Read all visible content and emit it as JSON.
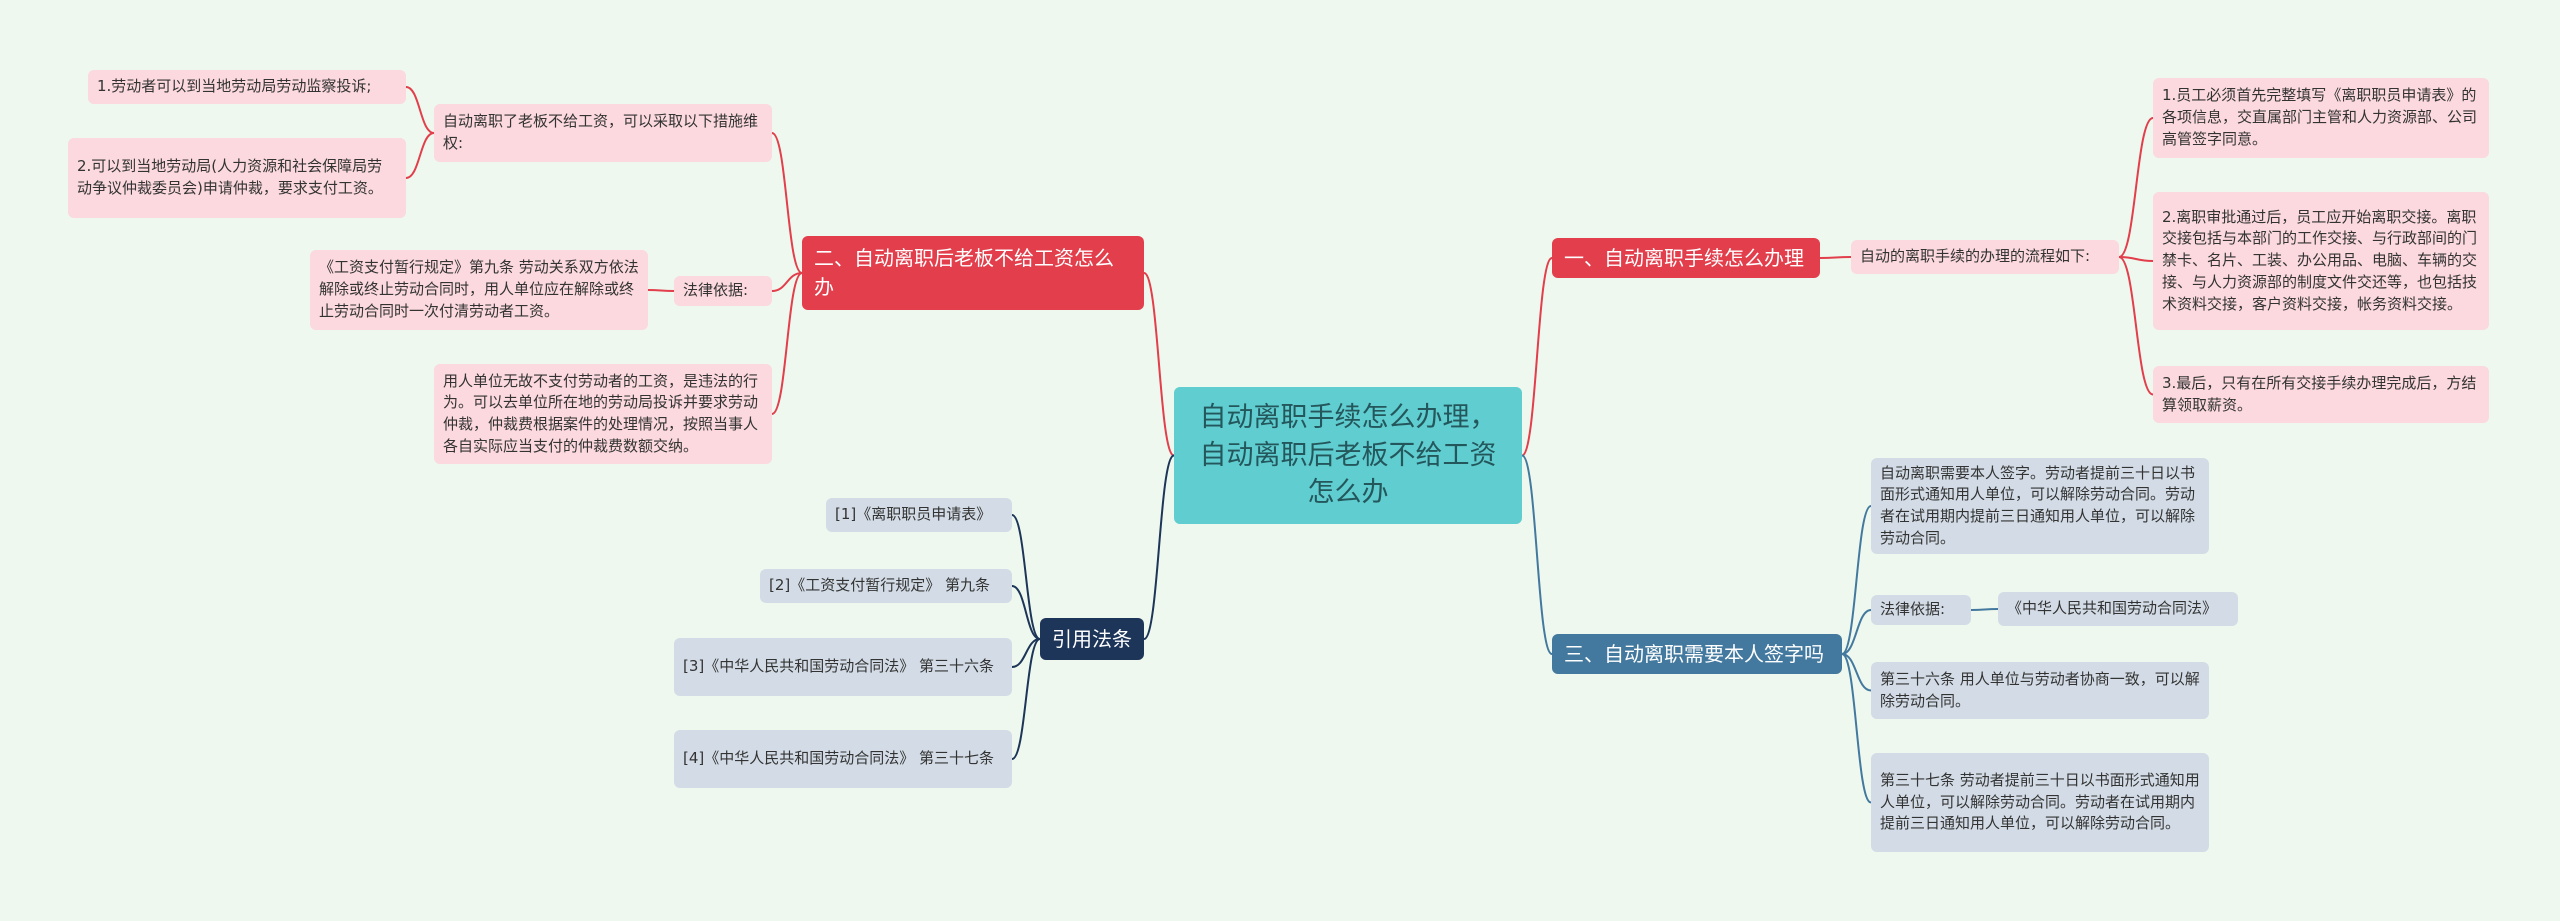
{
  "colors": {
    "background": "#eef8ee",
    "root": "#60cdd0",
    "branch_red": "#e23e4b",
    "branch_blue": "#43799e",
    "branch_navy": "#1d3558",
    "leaf_pink": "#fbd9de",
    "leaf_gray": "#d3dce6"
  },
  "root": {
    "title": "自动离职手续怎么办理，自动离职后老板不给工资怎么办"
  },
  "branch1": {
    "title": "一、自动离职手续怎么办理",
    "mid": "自动的离职手续的办理的流程如下:",
    "items": [
      "1.员工必须首先完整填写《离职职员申请表》的各项信息，交直属部门主管和人力资源部、公司高管签字同意。",
      "2.离职审批通过后，员工应开始离职交接。离职交接包括与本部门的工作交接、与行政部间的门禁卡、名片、工装、办公用品、电脑、车辆的交接、与人力资源部的制度文件交还等，也包括技术资料交接，客户资料交接，帐务资料交接。",
      "3.最后，只有在所有交接手续办理完成后，方结算领取薪资。"
    ]
  },
  "branch2": {
    "title": "二、自动离职后老板不给工资怎么办",
    "measures": "自动离职了老板不给工资，可以采取以下措施维权:",
    "measure_items": [
      "1.劳动者可以到当地劳动局劳动监察投诉;",
      "2.可以到当地劳动局(人力资源和社会保障局劳动争议仲裁委员会)申请仲裁，要求支付工资。"
    ],
    "basis_label": "法律依据:",
    "basis_text": "《工资支付暂行规定》第九条 劳动关系双方依法解除或终止劳动合同时，用人单位应在解除或终止劳动合同时一次付清劳动者工资。",
    "note": "用人单位无故不支付劳动者的工资，是违法的行为。可以去单位所在地的劳动局投诉并要求劳动仲裁，仲裁费根据案件的处理情况，按照当事人各自实际应当支付的仲裁费数额交纳。"
  },
  "branch3": {
    "title": "三、自动离职需要本人签字吗",
    "items": [
      "自动离职需要本人签字。劳动者提前三十日以书面形式通知用人单位，可以解除劳动合同。劳动者在试用期内提前三日通知用人单位，可以解除劳动合同。",
      "法律依据:",
      "第三十六条 用人单位与劳动者协商一致，可以解除劳动合同。",
      "第三十七条 劳动者提前三十日以书面形式通知用人单位，可以解除劳动合同。劳动者在试用期内提前三日通知用人单位，可以解除劳动合同。"
    ],
    "basis_child": "《中华人民共和国劳动合同法》"
  },
  "branch4": {
    "title": "引用法条",
    "items": [
      "[1]《离职职员申请表》",
      "[2]《工资支付暂行规定》 第九条",
      "[3]《中华人民共和国劳动合同法》 第三十六条",
      "[4]《中华人民共和国劳动合同法》 第三十七条"
    ]
  }
}
